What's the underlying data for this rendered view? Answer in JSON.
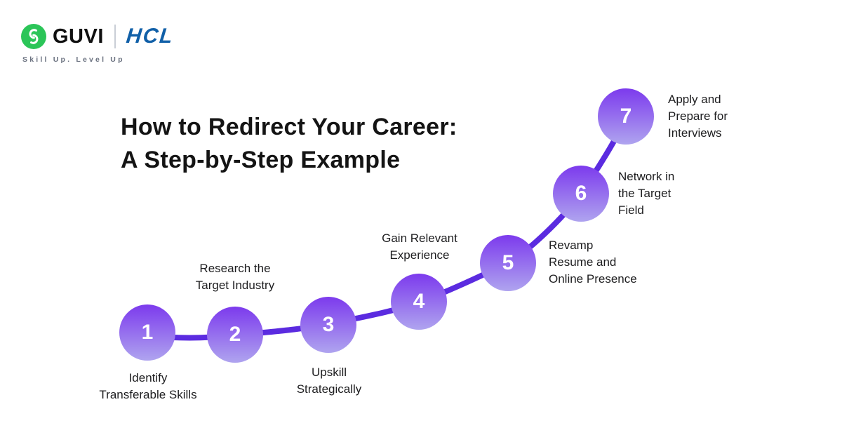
{
  "brand": {
    "guvi_text": "GUVI",
    "hcl_text": "HCL",
    "tagline": "Skill Up. Level Up"
  },
  "title": {
    "line1": "How to Redirect Your Career:",
    "line2": "A Step-by-Step Example"
  },
  "colors": {
    "circle_top": "#7C3AED",
    "circle_bottom": "#AFA4EF",
    "connector": "#5B2BE0",
    "guvi_green": "#2BC558",
    "hcl_blue": "#1160A8",
    "title_text": "#141414",
    "label_text": "#1D1D1F",
    "tagline_text": "#6B7280"
  },
  "steps": [
    {
      "number": "1",
      "label": "Identify\nTransferable Skills"
    },
    {
      "number": "2",
      "label": "Research the\nTarget Industry"
    },
    {
      "number": "3",
      "label": "Upskill\nStrategically"
    },
    {
      "number": "4",
      "label": "Gain Relevant\nExperience"
    },
    {
      "number": "5",
      "label": "Revamp\nResume and\nOnline Presence"
    },
    {
      "number": "6",
      "label": "Network in\nthe Target\nField"
    },
    {
      "number": "7",
      "label": "Apply and\nPrepare for\nInterviews"
    }
  ]
}
